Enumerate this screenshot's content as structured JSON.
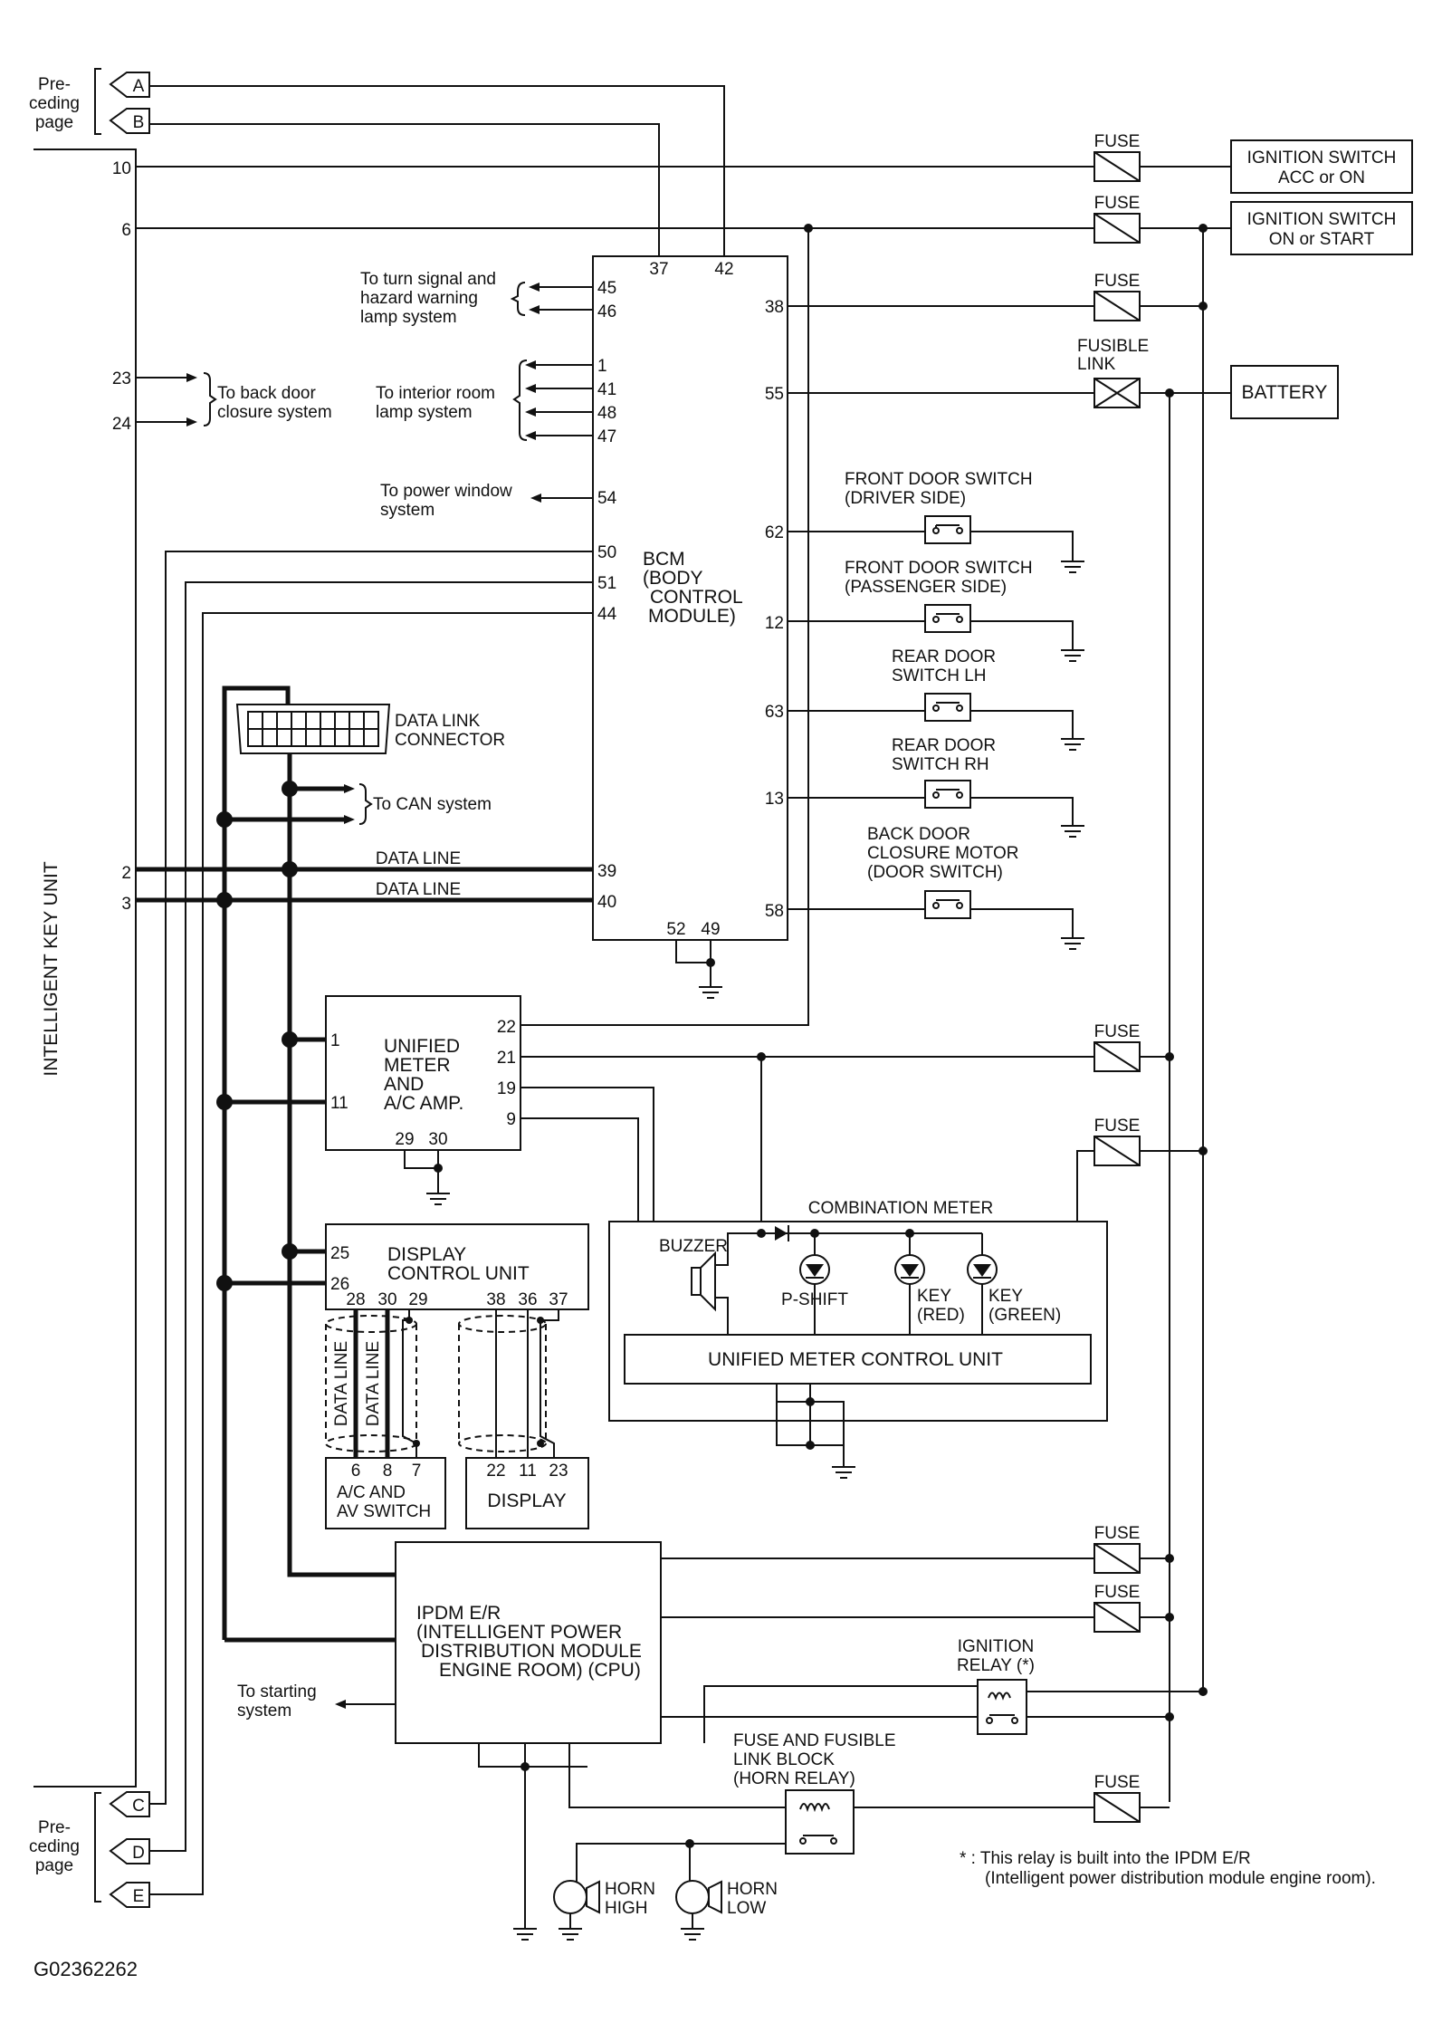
{
  "page_refs": {
    "preceding_page_line1": "Pre-",
    "preceding_page_line2": "ceding",
    "preceding_page_line3": "page",
    "connectors_top": [
      "A",
      "B"
    ],
    "connectors_bottom": [
      "C",
      "D",
      "E"
    ]
  },
  "intelligent_key_unit": {
    "label": "INTELLIGENT KEY UNIT",
    "pins": [
      "10",
      "6",
      "23",
      "24",
      "2",
      "3"
    ]
  },
  "power_sources": {
    "fuse": "FUSE",
    "fusible_link_line1": "FUSIBLE",
    "fusible_link_line2": "LINK",
    "ign_acc_line1": "IGNITION SWITCH",
    "ign_acc_line2": "ACC or ON",
    "ign_on_line1": "IGNITION SWITCH",
    "ign_on_line2": "ON or START",
    "battery": "BATTERY"
  },
  "bcm": {
    "name_line1": "BCM",
    "name_line2": "(BODY",
    "name_line3": "CONTROL",
    "name_line4": "MODULE)",
    "pins": {
      "p37": "37",
      "p42": "42",
      "p45": "45",
      "p46": "46",
      "p38": "38",
      "p1": "1",
      "p41": "41",
      "p48": "48",
      "p47": "47",
      "p55": "55",
      "p54": "54",
      "p50": "50",
      "p51": "51",
      "p44": "44",
      "p62": "62",
      "p12": "12",
      "p63": "63",
      "p13": "13",
      "p39": "39",
      "p40": "40",
      "p58": "58",
      "p52": "52",
      "p49": "49"
    }
  },
  "destinations": {
    "turn_signal_line1": "To turn signal and",
    "turn_signal_line2": "hazard warning",
    "turn_signal_line3": "lamp system",
    "back_door_line1": "To back door",
    "back_door_line2": "closure system",
    "interior_room_line1": "To interior room",
    "interior_room_line2": "lamp system",
    "power_window_line1": "To power window",
    "power_window_line2": "system",
    "can_system": "To CAN system",
    "starting_line1": "To starting",
    "starting_line2": "system"
  },
  "data_link_connector": {
    "line1": "DATA LINK",
    "line2": "CONNECTOR"
  },
  "data_line": "DATA LINE",
  "switches": {
    "front_driver_line1": "FRONT DOOR SWITCH",
    "front_driver_line2": "(DRIVER SIDE)",
    "front_pass_line1": "FRONT DOOR SWITCH",
    "front_pass_line2": "(PASSENGER SIDE)",
    "rear_lh_line1": "REAR DOOR",
    "rear_lh_line2": "SWITCH LH",
    "rear_rh_line1": "REAR DOOR",
    "rear_rh_line2": "SWITCH RH",
    "back_door_line1": "BACK DOOR",
    "back_door_line2": "CLOSURE MOTOR",
    "back_door_line3": "(DOOR SWITCH)"
  },
  "unified_meter": {
    "line1": "UNIFIED",
    "line2": "METER",
    "line3": "AND",
    "line4": "A/C AMP.",
    "pins": {
      "p1": "1",
      "p11": "11",
      "p22": "22",
      "p21": "21",
      "p19": "19",
      "p9": "9",
      "p29": "29",
      "p30": "30"
    }
  },
  "display_control": {
    "line1": "DISPLAY",
    "line2": "CONTROL UNIT",
    "pins": {
      "p25": "25",
      "p26": "26",
      "p28": "28",
      "p30": "30",
      "p29": "29",
      "p38": "38",
      "p36": "36",
      "p37": "37"
    }
  },
  "ac_av_switch": {
    "line1": "A/C AND",
    "line2": "AV SWITCH",
    "pins": {
      "p6": "6",
      "p8": "8",
      "p7": "7"
    }
  },
  "display": {
    "label": "DISPLAY",
    "pins": {
      "p22": "22",
      "p11": "11",
      "p23": "23"
    }
  },
  "combination_meter": {
    "title": "COMBINATION METER",
    "buzzer": "BUZZER",
    "p_shift": "P-SHIFT",
    "key_red_line1": "KEY",
    "key_red_line2": "(RED)",
    "key_green_line1": "KEY",
    "key_green_line2": "(GREEN)",
    "control_unit": "UNIFIED METER CONTROL UNIT"
  },
  "ipdm": {
    "line1": "IPDM E/R",
    "line2": "(INTELLIGENT POWER",
    "line3": "DISTRIBUTION MODULE",
    "line4": "ENGINE ROOM) (CPU)"
  },
  "ignition_relay": {
    "line1": "IGNITION",
    "line2": "RELAY (*)"
  },
  "horn_relay": {
    "line1": "FUSE AND FUSIBLE",
    "line2": "LINK BLOCK",
    "line3": "(HORN RELAY)"
  },
  "horns": {
    "high_line1": "HORN",
    "high_line2": "HIGH",
    "low_line1": "HORN",
    "low_line2": "LOW"
  },
  "footnote": {
    "line1": "* : This relay is built into the IPDM E/R",
    "line2": "(Intelligent power distribution module engine room)."
  },
  "figure_id": "G02362262"
}
